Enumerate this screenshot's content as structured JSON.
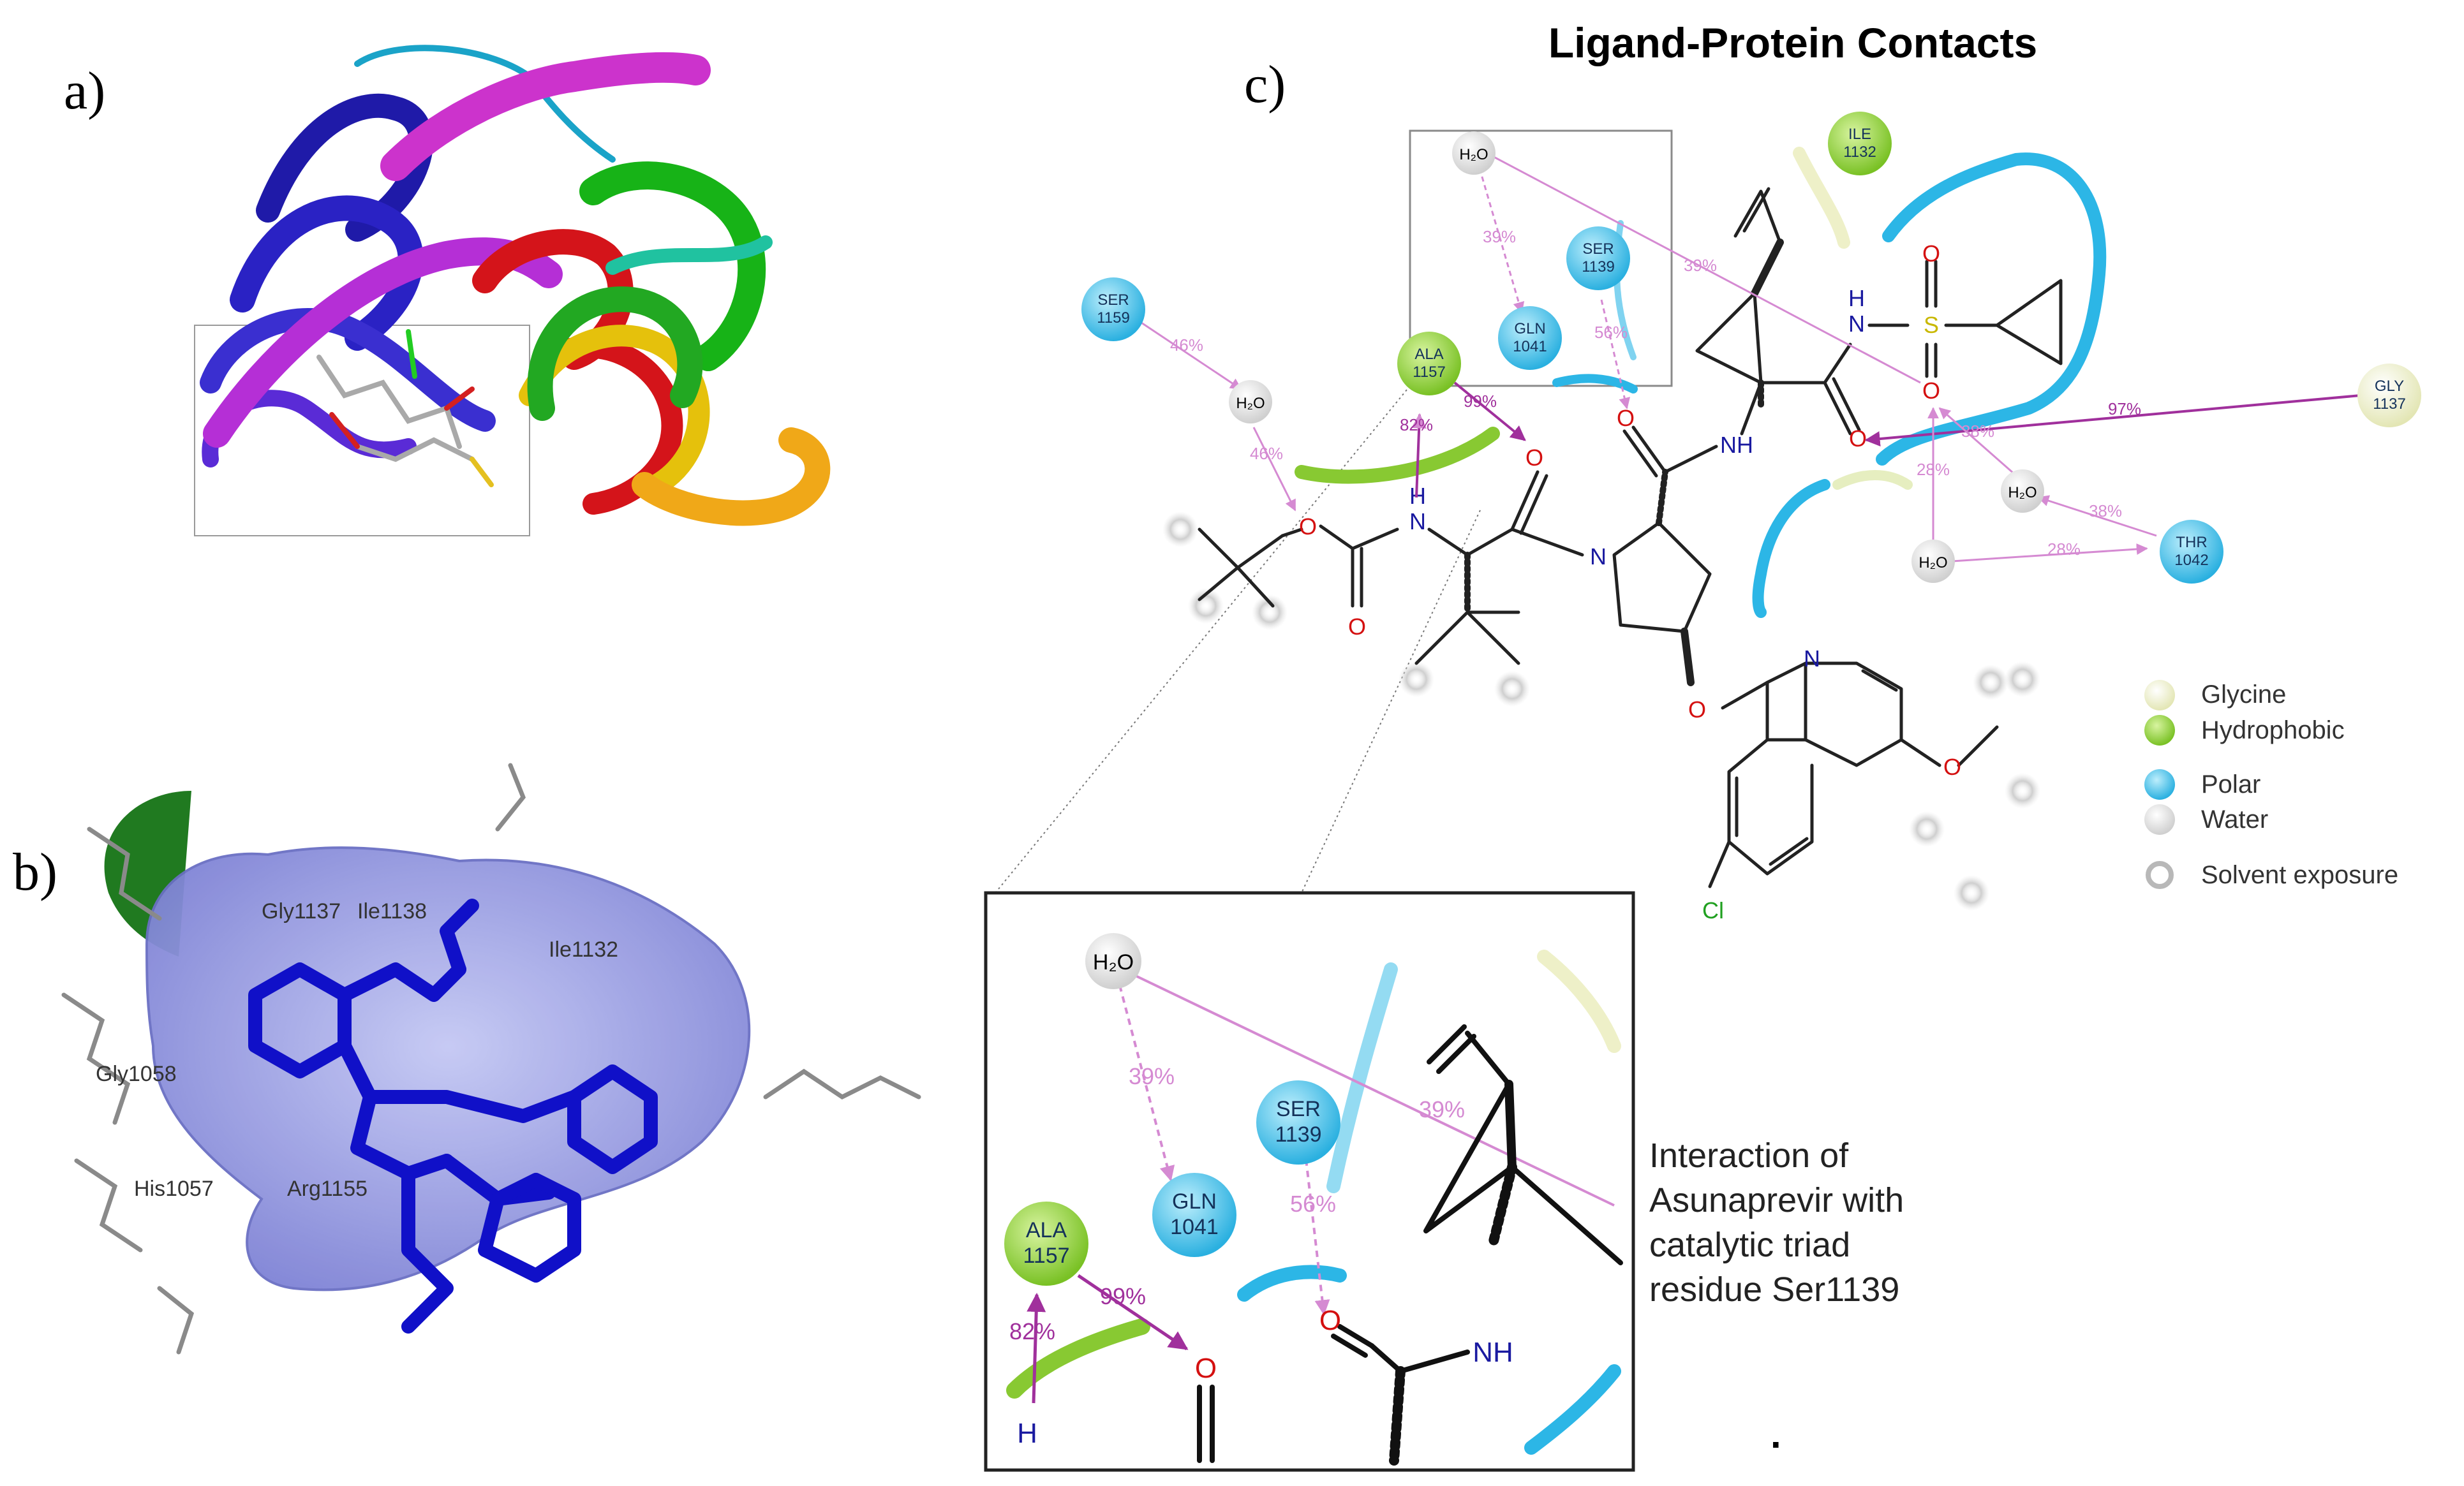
{
  "panels": {
    "a": {
      "label": "a)"
    },
    "b": {
      "label": "b)",
      "residues": [
        "Gly1137",
        "Ile1132",
        "Gly1058",
        "His1057",
        "Arg1155",
        "Ile1138"
      ]
    },
    "c": {
      "label": "c)",
      "title": "Ligand-Protein Contacts"
    }
  },
  "residues": {
    "ser1159": {
      "name": "SER",
      "num": "1159"
    },
    "ala1157": {
      "name": "ALA",
      "num": "1157"
    },
    "gln1041": {
      "name": "GLN",
      "num": "1041"
    },
    "ser1139": {
      "name": "SER",
      "num": "1139"
    },
    "ile1132": {
      "name": "ILE",
      "num": "1132"
    },
    "gly1137": {
      "name": "GLY",
      "num": "1137"
    },
    "thr1042": {
      "name": "THR",
      "num": "1042"
    }
  },
  "water_label": "H₂O",
  "contacts": {
    "w_top_gln": "39%",
    "w_top_long": "39%",
    "ser1139_o": "56%",
    "ser1159_w": "46%",
    "w_ester": "46%",
    "ala_nh": "82%",
    "ala_o": "99%",
    "gly1137_o": "97%",
    "thr_w": "38%",
    "w_so2_a": "38%",
    "w_so2_b": "28%",
    "thr_w2": "28%"
  },
  "atoms": {
    "O": "O",
    "N": "N",
    "H": "H",
    "S": "S",
    "Cl": "Cl",
    "NH": "NH"
  },
  "legend": [
    {
      "label": "Glycine",
      "color": "#eef0c8"
    },
    {
      "label": "Hydrophobic",
      "color": "#8fd13a"
    },
    {
      "label": "Polar",
      "color": "#3cbde8"
    },
    {
      "label": "Water",
      "color": "#dcdcdc"
    },
    {
      "label": "Solvent exposure",
      "color": "#bdbdbd"
    }
  ],
  "inset_caption": [
    "Interaction of",
    "Asunaprevir with",
    "catalytic triad",
    "residue Ser1139"
  ],
  "dot": "."
}
